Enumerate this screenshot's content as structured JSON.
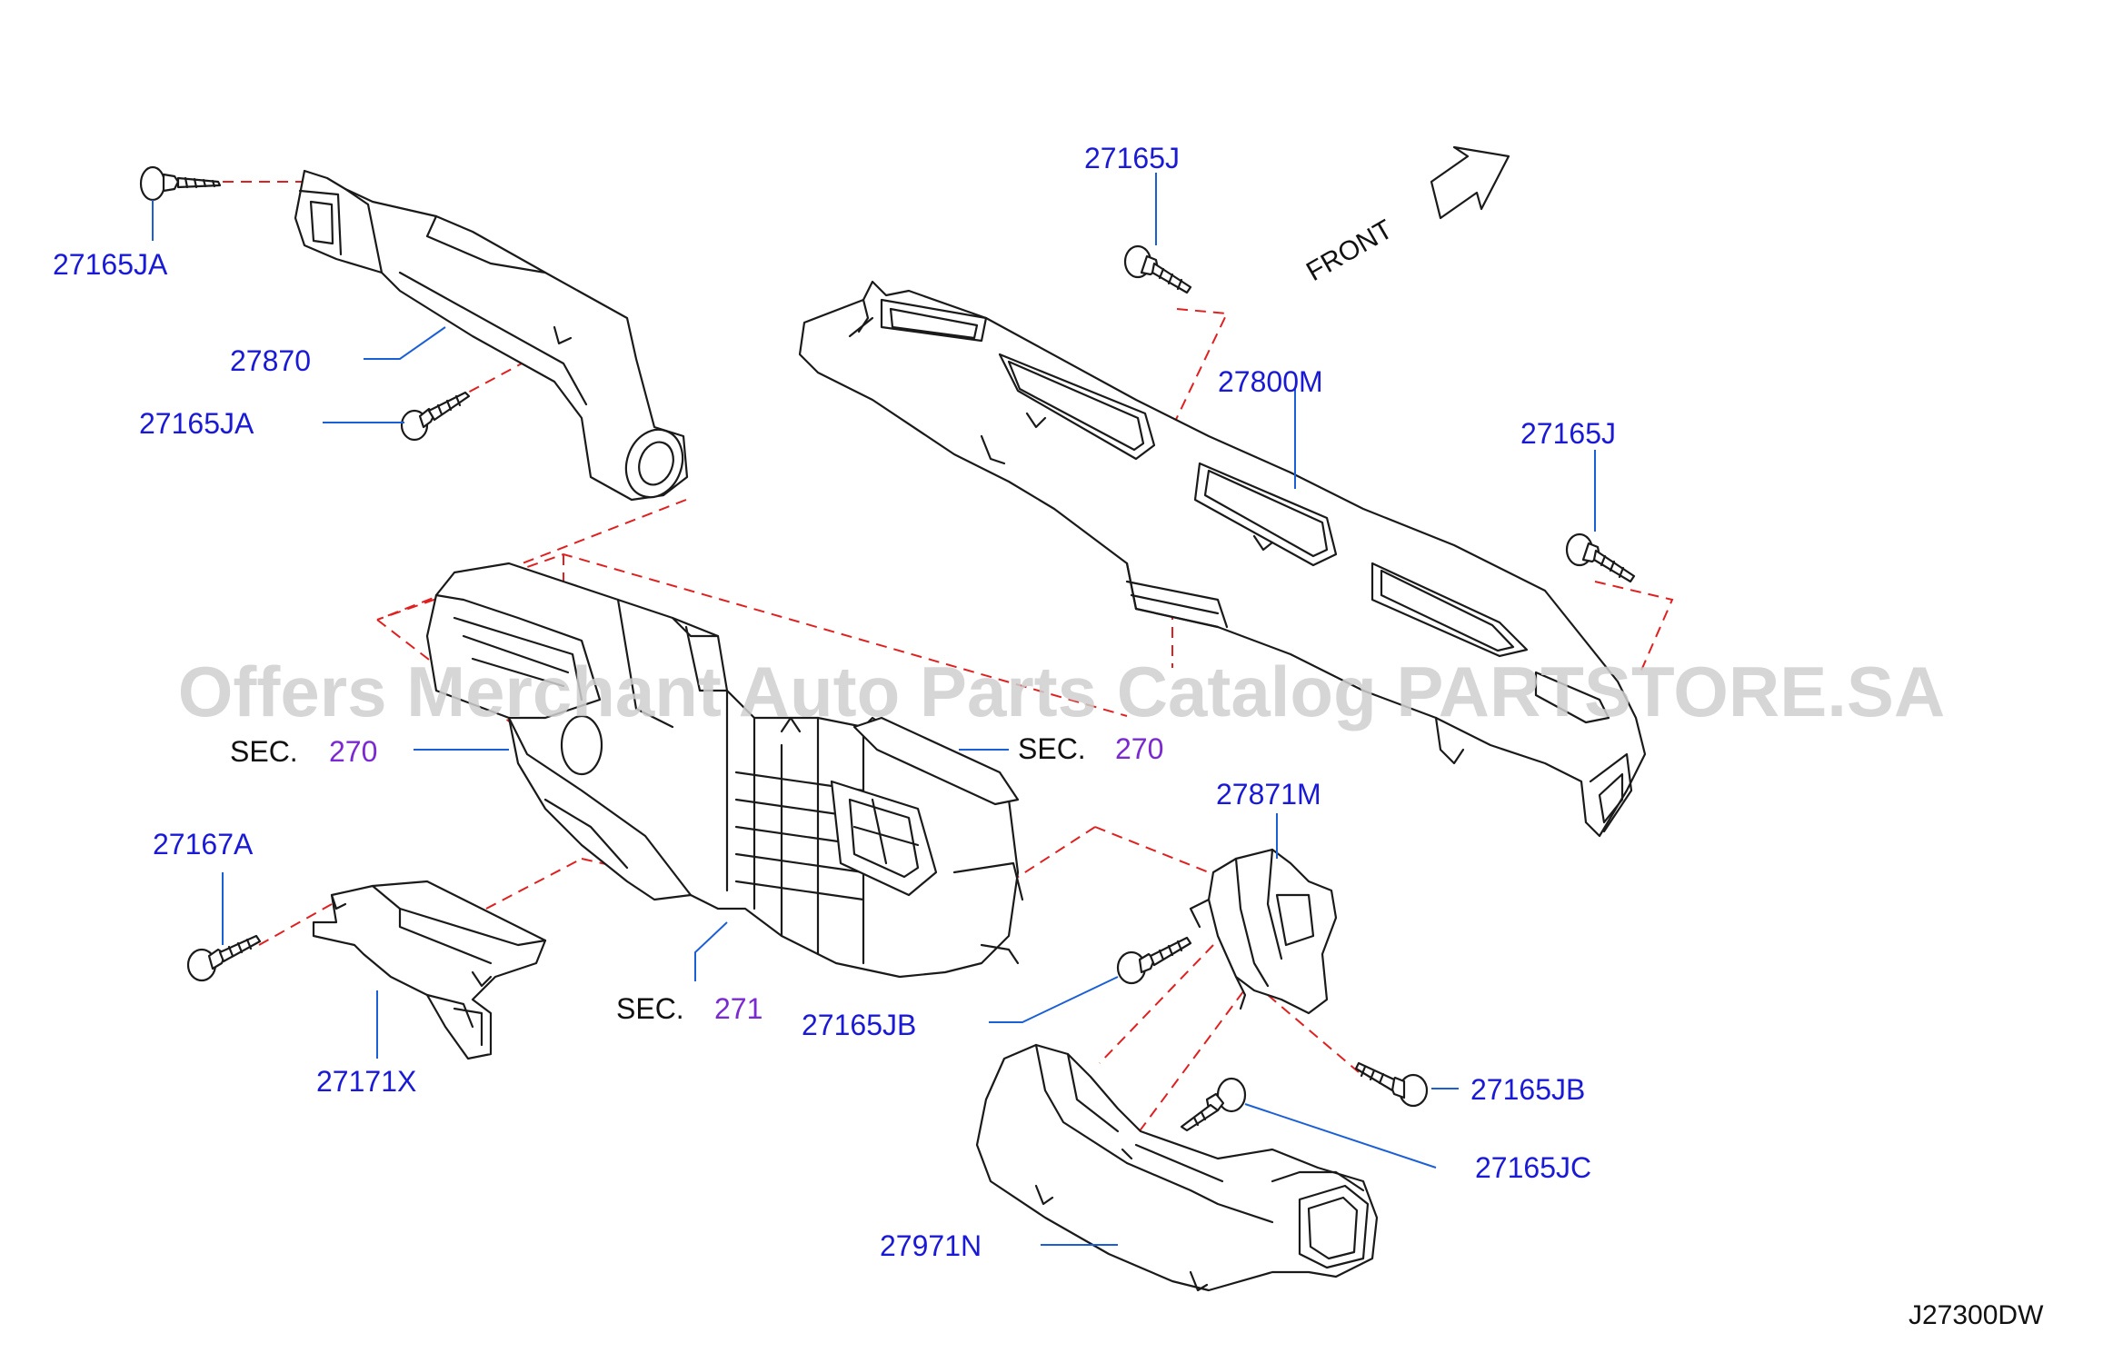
{
  "diagram": {
    "colors": {
      "part_label": "#1a1ad6",
      "section_number": "#7a2ad0",
      "leader_line": "#1a5fd6",
      "dashed_line": "#e02020",
      "watermark": "#cfcfcf"
    },
    "labels": {
      "p_27165ja_top": "27165JA",
      "p_27870": "27870",
      "p_27165ja_mid": "27165JA",
      "p_27165j_top": "27165J",
      "p_27800m": "27800M",
      "p_27165j_right": "27165J",
      "p_27167a": "27167A",
      "p_27171x": "27171X",
      "p_27871m": "27871M",
      "p_27165jb_left": "27165JB",
      "p_27165jb_right": "27165JB",
      "p_27165jc": "27165JC",
      "p_27971n": "27971N"
    },
    "sections": {
      "sec_270_left": {
        "prefix": "SEC.",
        "number": "270"
      },
      "sec_270_right": {
        "prefix": "SEC.",
        "number": "270"
      },
      "sec_271": {
        "prefix": "SEC.",
        "number": "271"
      }
    },
    "front_label": "FRONT",
    "diagram_code": "J27300DW",
    "watermark": "Offers Merchant Auto Parts Catalog PARTSTORE.SA",
    "icons": [
      "bolt-icon",
      "front-arrow-icon"
    ]
  }
}
